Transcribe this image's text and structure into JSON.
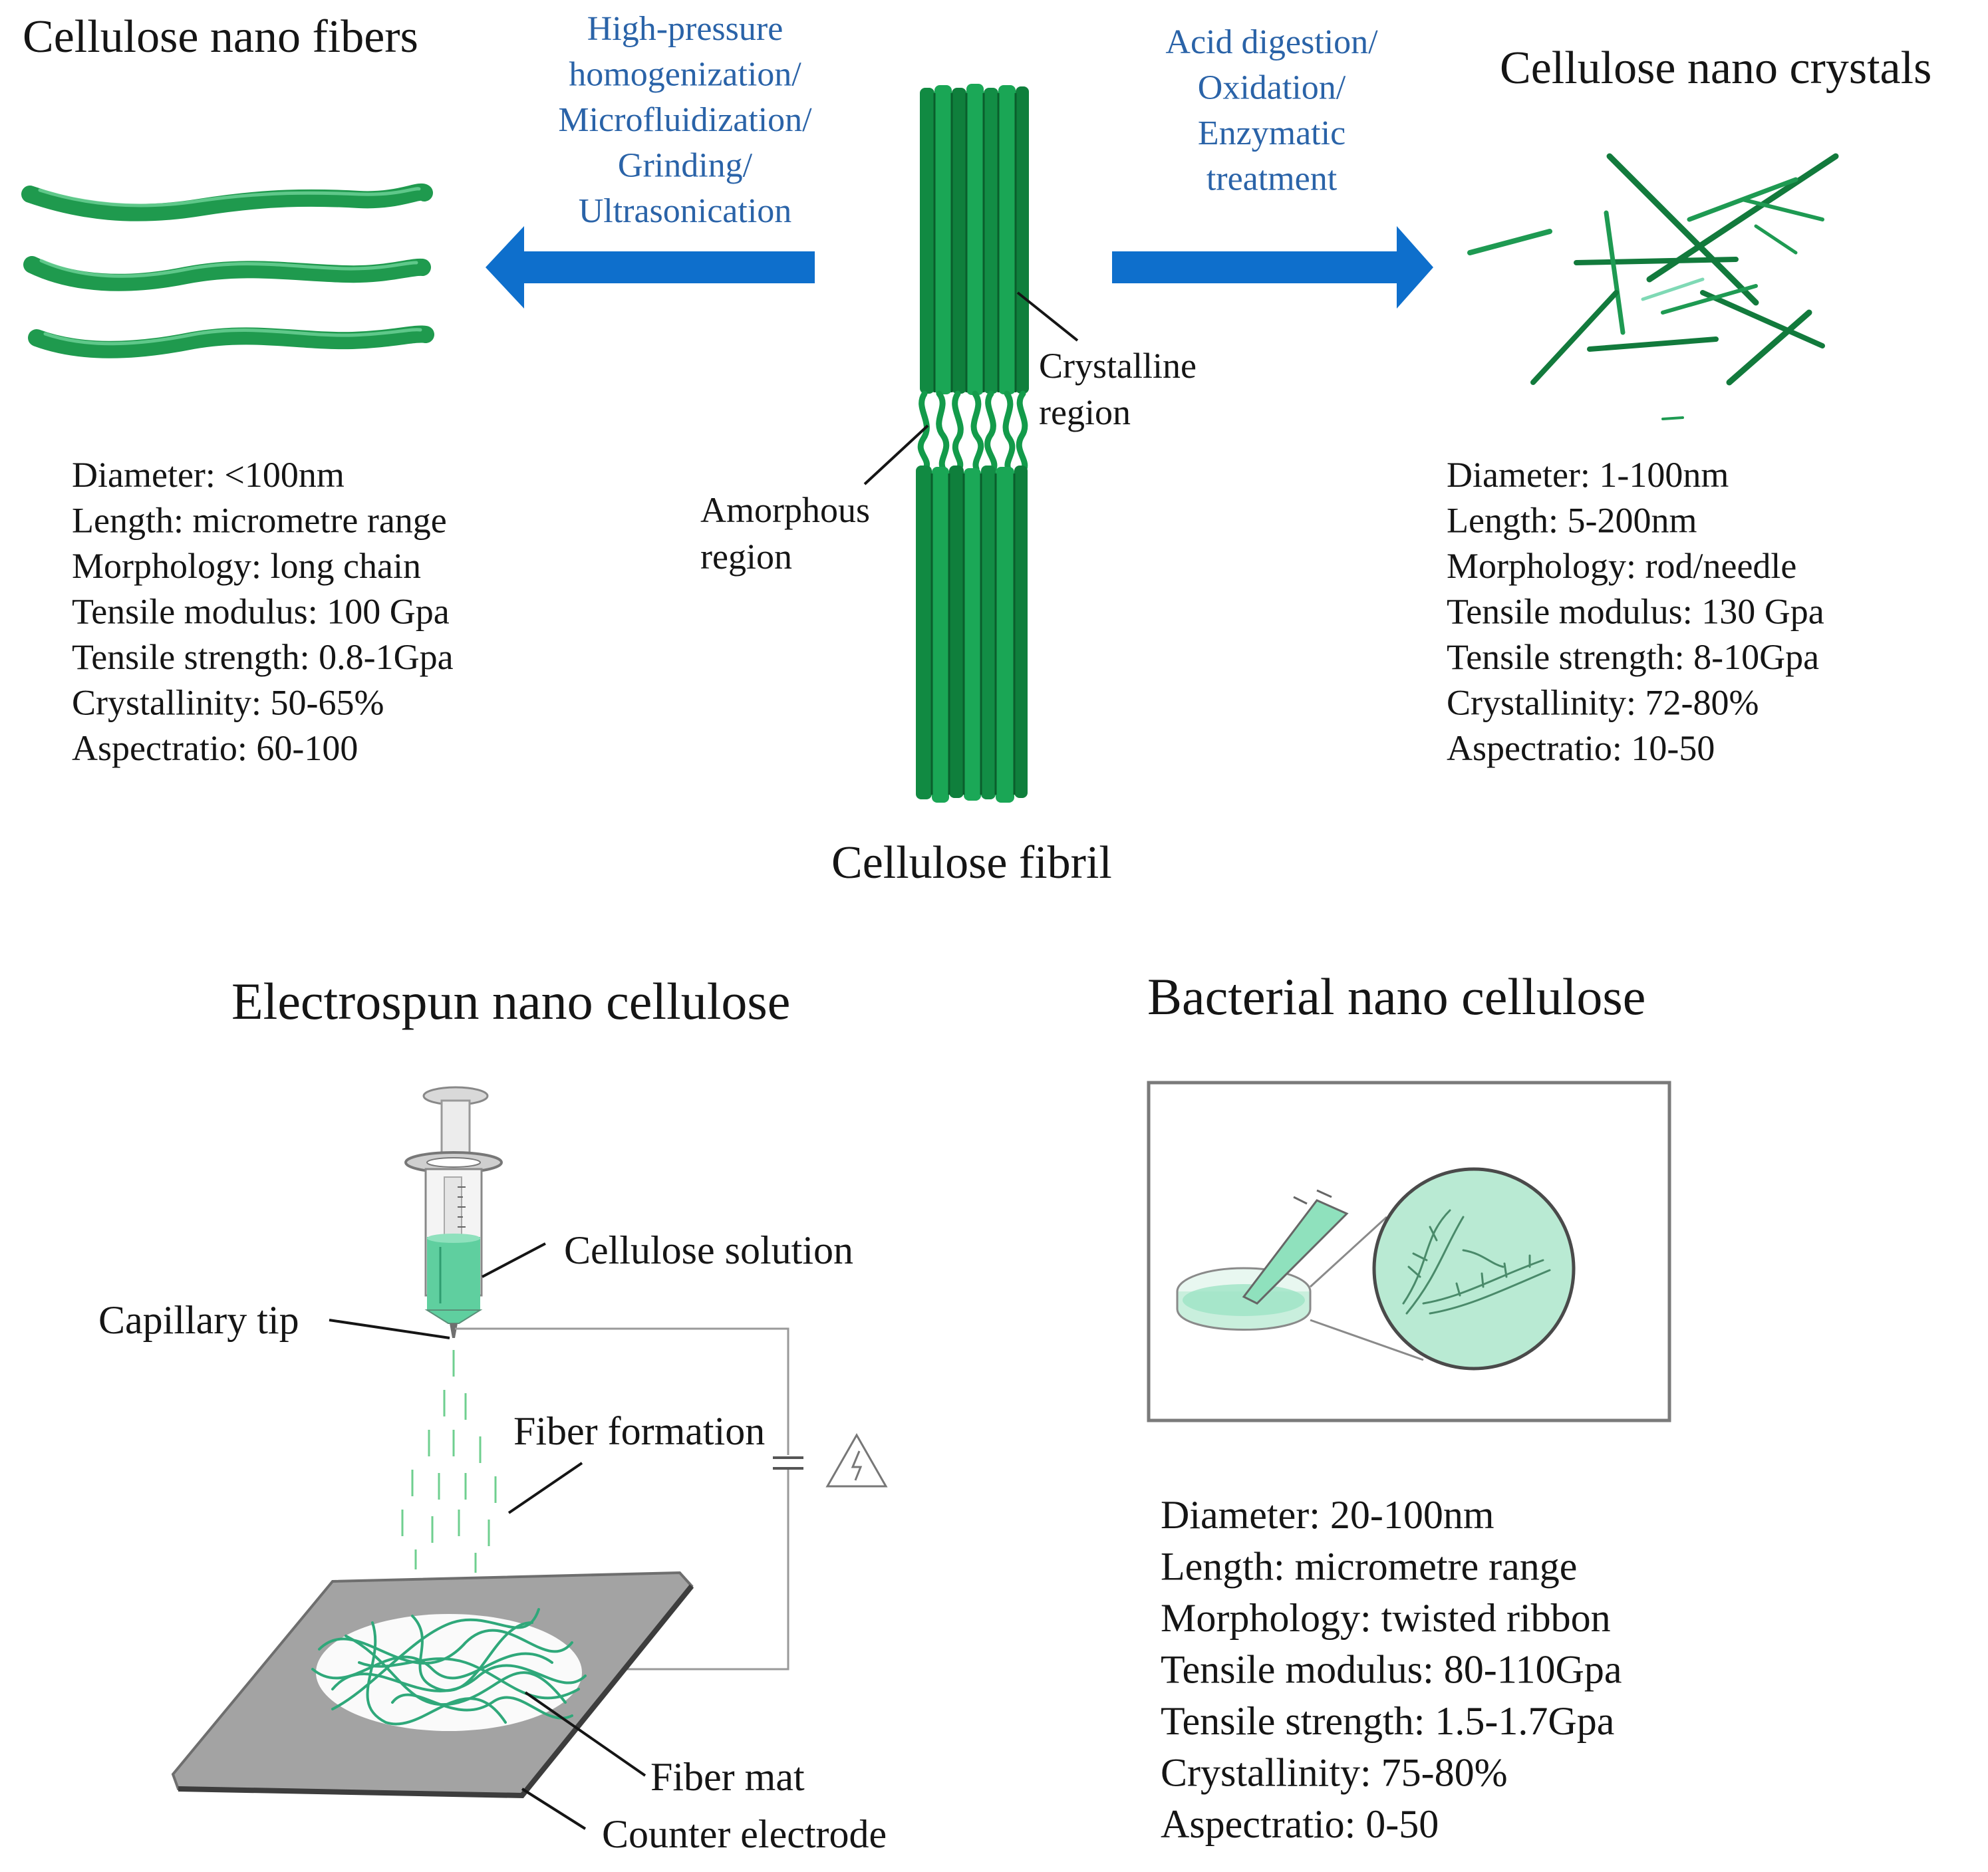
{
  "colors": {
    "arrow_blue": "#0e6fcc",
    "label_blue": "#2a63a8",
    "fiber_green": "#1f9a4e",
    "fiber_dark_green": "#0f7a39",
    "fibril_green": "#139b4a",
    "crystal_green": "#127a3c",
    "mint": "#7fd9b5",
    "text": "#151515",
    "electrode_gray": "#a3a3a3"
  },
  "cnf": {
    "title": "Cellulose nano fibers",
    "props": [
      "Diameter: <100nm",
      "Length: micrometre range",
      "Morphology: long chain",
      "Tensile modulus: 100 Gpa",
      "Tensile strength: 0.8-1Gpa",
      "Crystallinity: 50-65%",
      "Aspectratio: 60-100"
    ]
  },
  "left_process": [
    "High-pressure",
    "homogenization/",
    "Microfluidization/",
    "Grinding/",
    "Ultrasonication"
  ],
  "right_process": [
    "Acid digestion/",
    "Oxidation/",
    "Enzymatic",
    "treatment"
  ],
  "fibril": {
    "title": "Cellulose fibril",
    "crystalline_label": [
      "Crystalline",
      "region"
    ],
    "amorphous_label": [
      "Amorphous",
      "region"
    ]
  },
  "cnc": {
    "title": "Cellulose nano crystals",
    "props": [
      "Diameter: 1-100nm",
      "Length: 5-200nm",
      "Morphology: rod/needle",
      "Tensile modulus: 130 Gpa",
      "Tensile strength: 8-10Gpa",
      "Crystallinity: 72-80%",
      "Aspectratio: 10-50"
    ]
  },
  "electrospun": {
    "title": "Electrospun nano cellulose",
    "labels": {
      "solution": "Cellulose solution",
      "capillary": "Capillary tip",
      "formation": "Fiber formation",
      "mat": "Fiber mat",
      "electrode": "Counter electrode"
    },
    "hv_symbol": "high-voltage-icon"
  },
  "bacterial": {
    "title": "Bacterial nano cellulose",
    "props": [
      "Diameter: 20-100nm",
      "Length: micrometre range",
      "Morphology: twisted ribbon",
      "Tensile modulus: 80-110Gpa",
      "Tensile strength: 1.5-1.7Gpa",
      "Crystallinity: 75-80%",
      "Aspectratio: 0-50"
    ]
  }
}
